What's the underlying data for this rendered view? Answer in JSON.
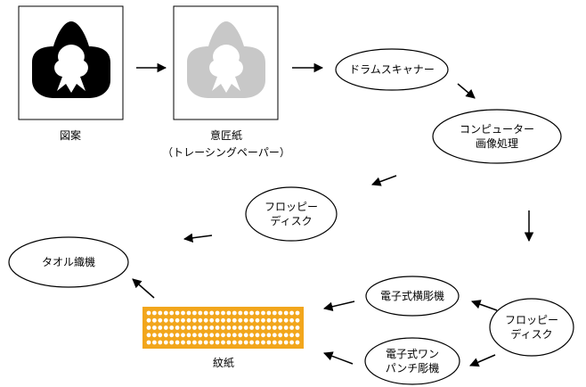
{
  "nodes": {
    "pattern": "図案",
    "tracing_title": "意匠紙",
    "tracing_sub": "（トレーシングペーパー）",
    "drum_scanner": "ドラムスキャナー",
    "computer_line1": "コンピューター",
    "computer_line2": "画像処理",
    "floppy_left_line1": "フロッピー",
    "floppy_left_line2": "ディスク",
    "towel_loom": "タオル織機",
    "floppy_right_line1": "フロッピー",
    "floppy_right_line2": "ディスク",
    "elec_horizontal": "電子式横彫機",
    "elec_onepunch_line1": "電子式ワン",
    "elec_onepunch_line2": "パンチ彫機",
    "mongami": "紋紙"
  },
  "colors": {
    "pattern_fill": "#000000",
    "tracing_fill": "#c8c8c8",
    "punch_card": "#f2a61c",
    "hole": "#ffffff"
  }
}
